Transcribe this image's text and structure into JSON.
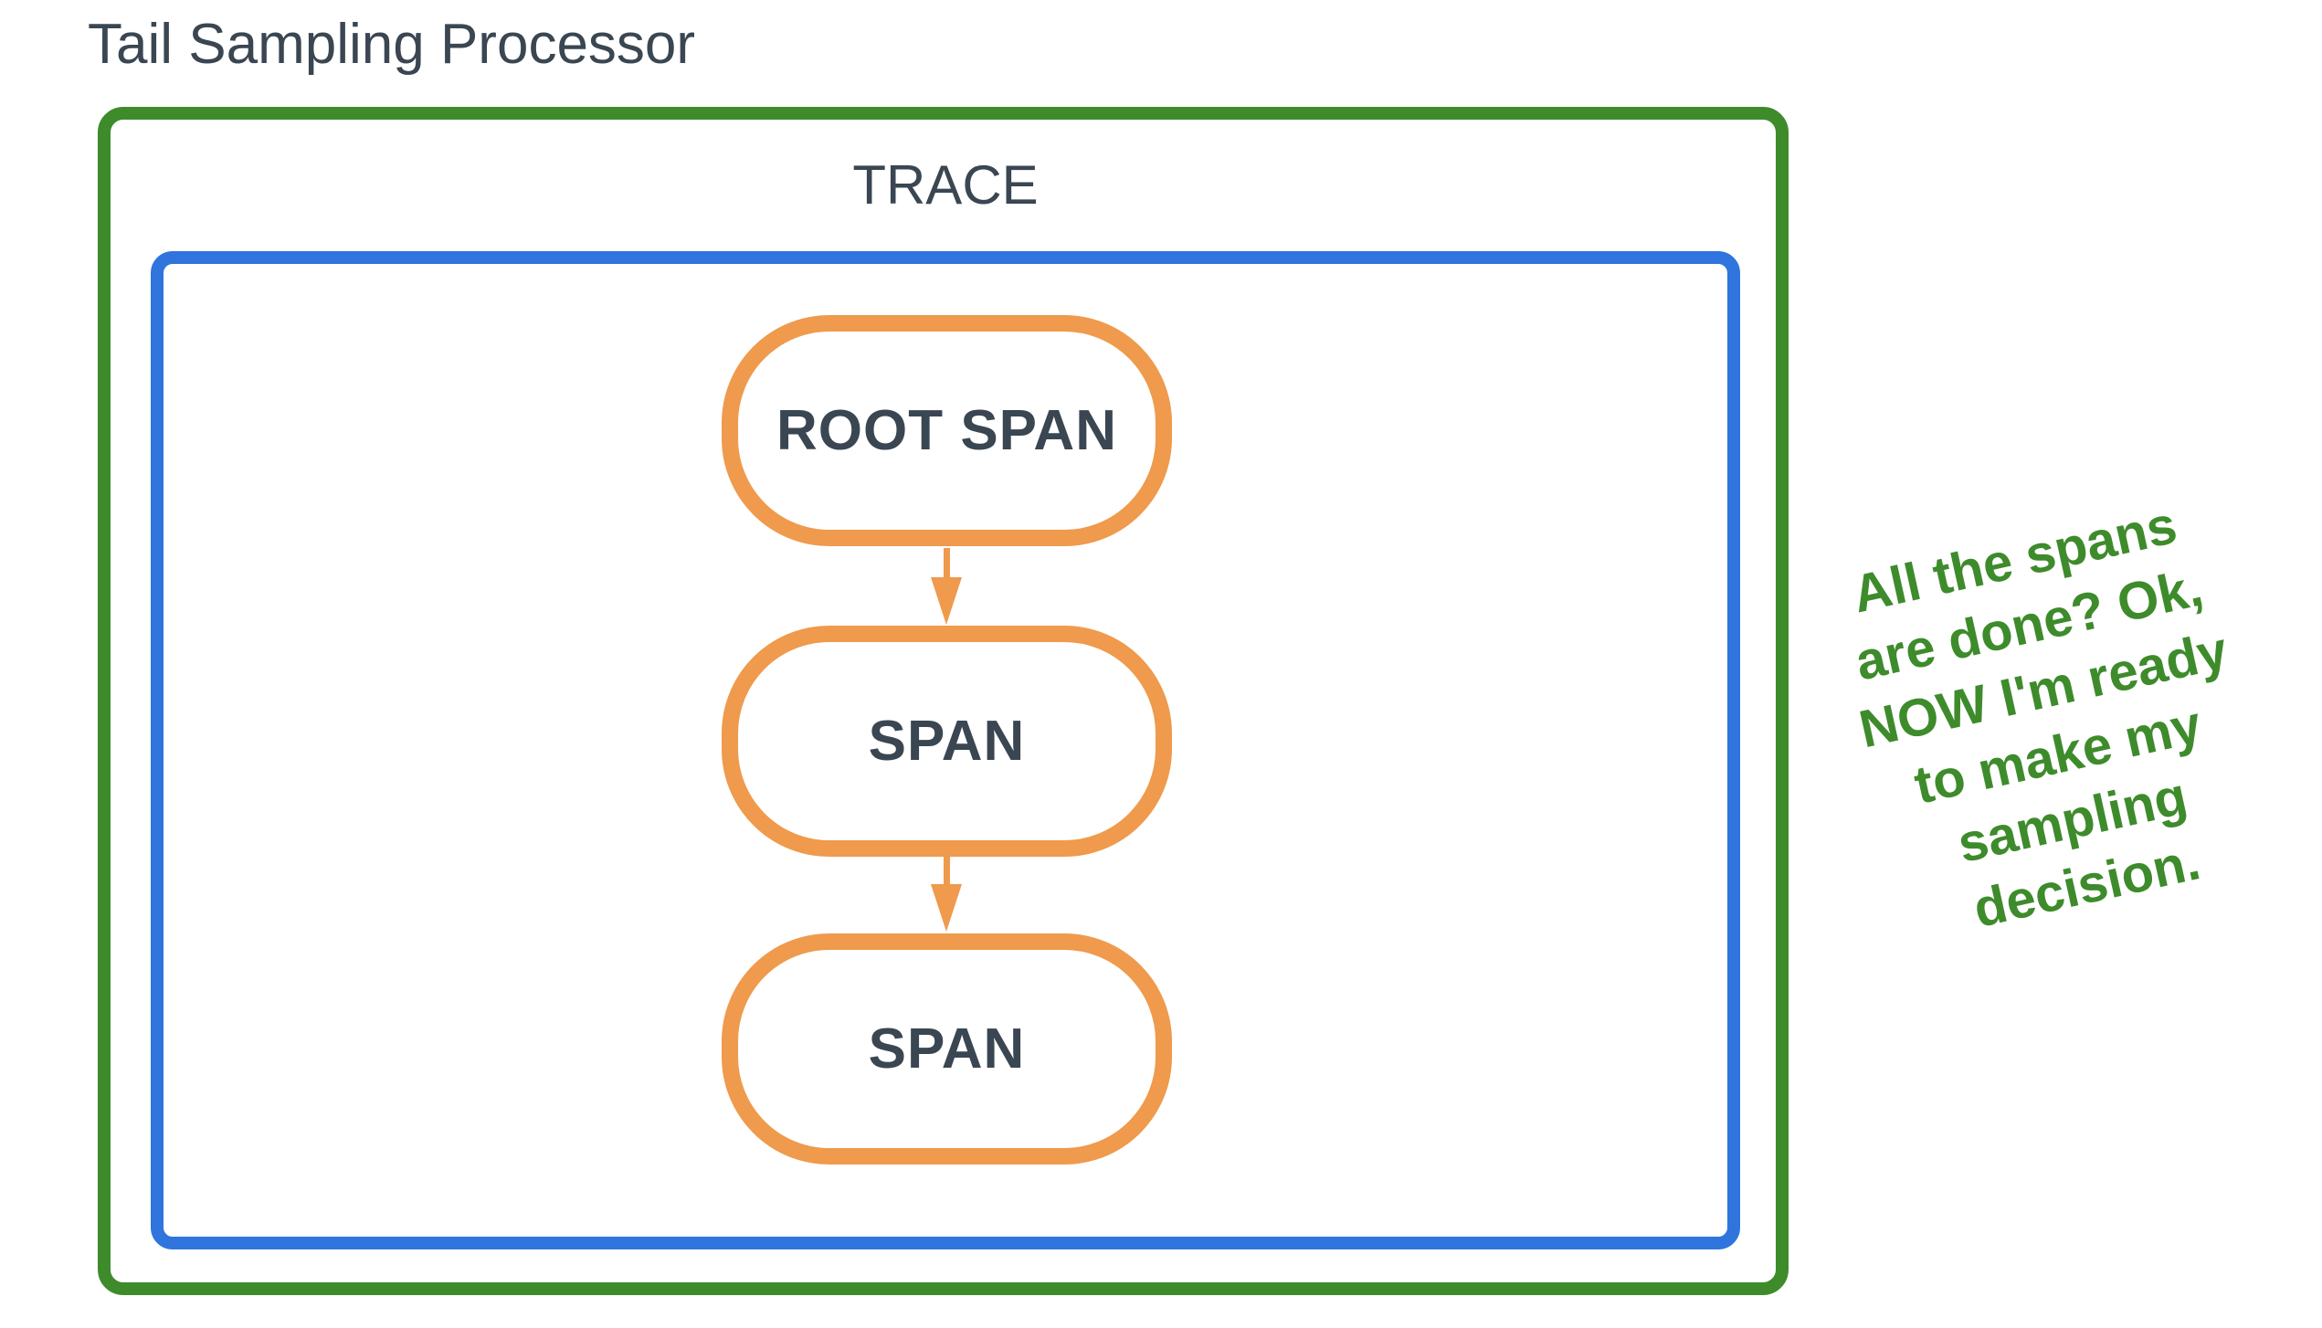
{
  "diagram": {
    "title": "Tail Sampling Processor",
    "trace_label": "TRACE",
    "nodes": [
      {
        "label": "ROOT SPAN"
      },
      {
        "label": "SPAN"
      },
      {
        "label": "SPAN"
      }
    ],
    "annotation_lines": [
      "All the spans",
      "are done? Ok,",
      "NOW I'm ready",
      "to make my",
      "sampling",
      "decision."
    ],
    "colors": {
      "processor_border_green": "#3E8B2C",
      "trace_border_blue": "#3074DD",
      "span_border_orange": "#EF9A4C",
      "arrow_orange": "#EF9A4C",
      "label_text": "#3A4651",
      "annotation_text_green": "#3E8B2C"
    }
  }
}
